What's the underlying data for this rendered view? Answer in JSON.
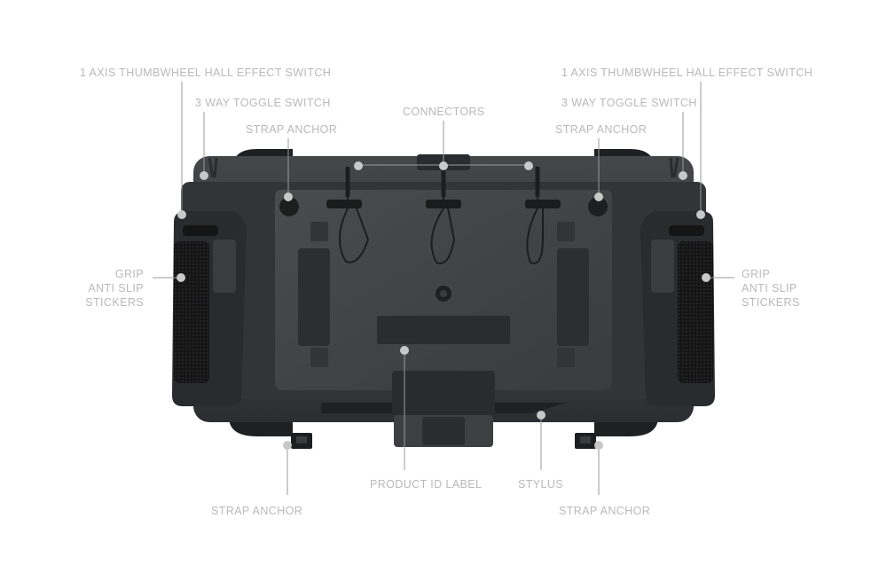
{
  "labels": {
    "thumbwheel_left": "1 AXIS THUMBWHEEL HALL EFFECT SWITCH",
    "thumbwheel_right": "1 AXIS THUMBWHEEL HALL EFFECT SWITCH",
    "toggle_left": "3 WAY TOGGLE SWITCH",
    "toggle_right": "3 WAY TOGGLE SWITCH",
    "strap_anchor_top_left": "STRAP ANCHOR",
    "connectors": "CONNECTORS",
    "strap_anchor_top_right": "STRAP ANCHOR",
    "grip_left": [
      "GRIP",
      "ANTI SLIP",
      "STICKERS"
    ],
    "grip_right": [
      "GRIP",
      "ANTI SLIP",
      "STICKERS"
    ],
    "product_id_label": "PRODUCT ID LABEL",
    "stylus": "STYLUS",
    "strap_anchor_bottom_left": "STRAP ANCHOR",
    "strap_anchor_bottom_right": "STRAP ANCHOR"
  },
  "colors": {
    "label_text": "#b9b9b9",
    "leader_line": "#9a9a9a",
    "callout_dot": "#c8c8c8",
    "device_body": "#3a3b3d",
    "device_dark": "#1d1e20",
    "grip_texture": "#151516"
  }
}
